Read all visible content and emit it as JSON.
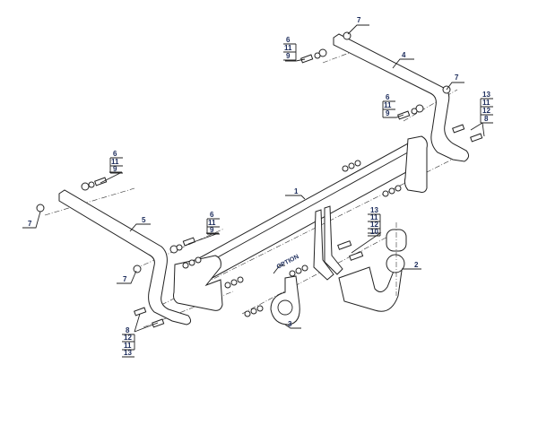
{
  "diagram": {
    "title": "Tow bar assembly exploded view",
    "label_color": "#1a2a5a",
    "callouts": [
      {
        "id": "c1",
        "lines": [
          "7"
        ]
      },
      {
        "id": "c2",
        "lines": [
          "6",
          "11",
          "9"
        ]
      },
      {
        "id": "c3",
        "lines": [
          "4"
        ]
      },
      {
        "id": "c4",
        "lines": [
          "7"
        ]
      },
      {
        "id": "c5",
        "lines": [
          "6",
          "11",
          "9"
        ]
      },
      {
        "id": "c6",
        "lines": [
          "13",
          "11",
          "12",
          "8"
        ]
      },
      {
        "id": "c7",
        "lines": [
          "1"
        ]
      },
      {
        "id": "c8",
        "lines": [
          "6",
          "11",
          "9"
        ]
      },
      {
        "id": "c9",
        "lines": [
          "7"
        ]
      },
      {
        "id": "c10",
        "lines": [
          "5"
        ]
      },
      {
        "id": "c11",
        "lines": [
          "6",
          "11",
          "9"
        ]
      },
      {
        "id": "c12",
        "lines": [
          "13",
          "11",
          "12",
          "10"
        ]
      },
      {
        "id": "c13",
        "lines": [
          "2"
        ]
      },
      {
        "id": "c14",
        "lines": [
          "7"
        ]
      },
      {
        "id": "c15",
        "lines": [
          "8",
          "12",
          "11",
          "13"
        ]
      },
      {
        "id": "c16",
        "lines": [
          "3"
        ]
      }
    ],
    "option_label": "OPTION"
  }
}
